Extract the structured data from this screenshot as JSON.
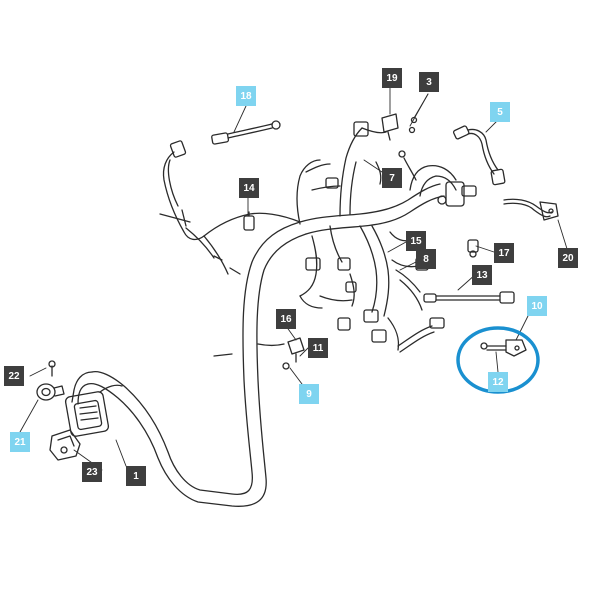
{
  "colors": {
    "line": "#2b2b2b",
    "dark_callout": "#3e3e3e",
    "light_callout": "#7fd4f0",
    "highlight_ring": "#1a90d0"
  },
  "callouts": {
    "c1": {
      "label": "1",
      "style": "dark"
    },
    "c3": {
      "label": "3",
      "style": "dark"
    },
    "c5": {
      "label": "5",
      "style": "light"
    },
    "c7": {
      "label": "7",
      "style": "dark"
    },
    "c8": {
      "label": "8",
      "style": "dark"
    },
    "c9": {
      "label": "9",
      "style": "light"
    },
    "c10": {
      "label": "10",
      "style": "light"
    },
    "c11": {
      "label": "11",
      "style": "dark"
    },
    "c12": {
      "label": "12",
      "style": "light"
    },
    "c13": {
      "label": "13",
      "style": "dark"
    },
    "c14": {
      "label": "14",
      "style": "dark"
    },
    "c15": {
      "label": "15",
      "style": "dark"
    },
    "c16": {
      "label": "16",
      "style": "dark"
    },
    "c17": {
      "label": "17",
      "style": "dark"
    },
    "c18": {
      "label": "18",
      "style": "light"
    },
    "c19": {
      "label": "19",
      "style": "dark"
    },
    "c20": {
      "label": "20",
      "style": "dark"
    },
    "c21": {
      "label": "21",
      "style": "light"
    },
    "c22": {
      "label": "22",
      "style": "dark"
    },
    "c23": {
      "label": "23",
      "style": "dark"
    }
  }
}
